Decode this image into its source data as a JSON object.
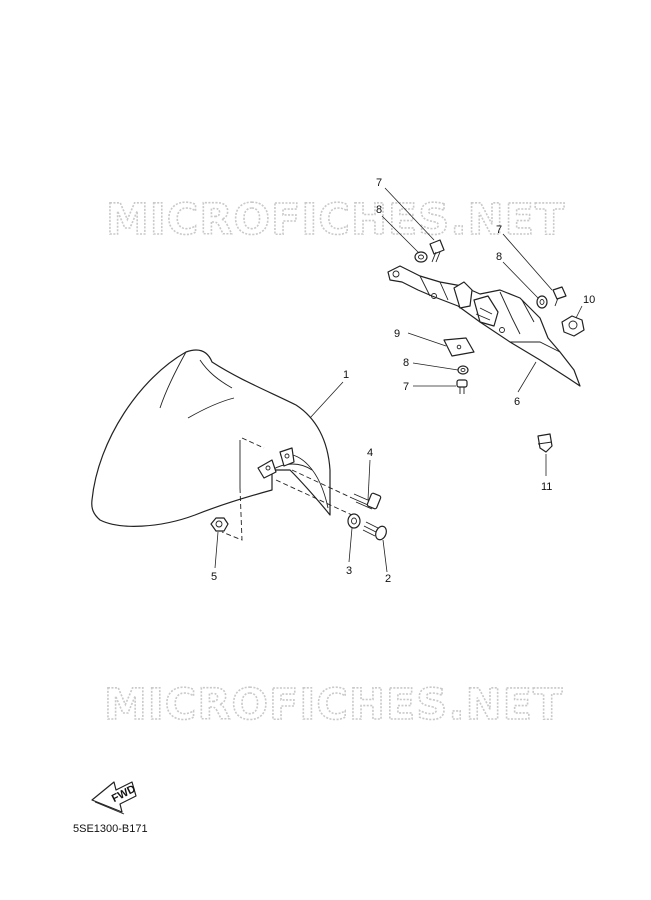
{
  "watermark_top": "MICROFICHES.NET",
  "watermark_bottom": "MICROFICHES.NET",
  "fwd_label": "FWD",
  "reference_code": "5SE1300-B171",
  "callouts": {
    "c1": "1",
    "c2": "2",
    "c3": "3",
    "c4": "4",
    "c5": "5",
    "c6": "6",
    "c7a": "7",
    "c7b": "7",
    "c7c": "7",
    "c8a": "8",
    "c8b": "8",
    "c8c": "8",
    "c9": "9",
    "c10": "10",
    "c11": "11"
  },
  "icons": {
    "fwd_arrow": "fwd-arrow-icon",
    "hardware": [
      "bolt-icon",
      "screw-icon",
      "washer-icon",
      "nut-icon",
      "grommet-icon",
      "clip-icon"
    ]
  }
}
